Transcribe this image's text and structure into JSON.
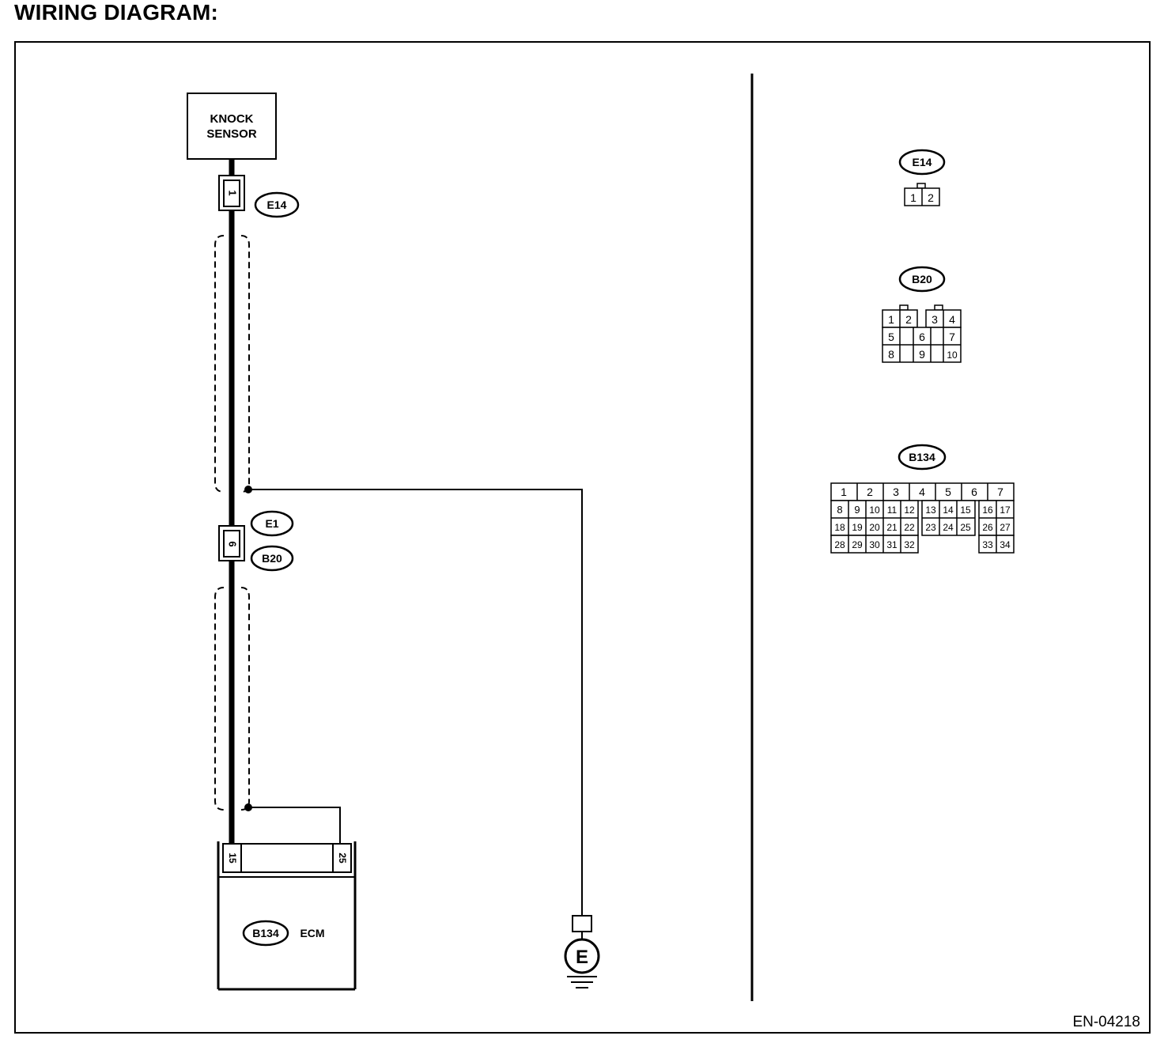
{
  "title": "WIRING DIAGRAM:",
  "figure_id": "EN-04218",
  "knock_sensor": {
    "line1": "KNOCK",
    "line2": "SENSOR"
  },
  "connectors": {
    "e14": {
      "label": "E14",
      "pin": "1"
    },
    "e1": {
      "label": "E1"
    },
    "b20": {
      "label": "B20",
      "pin": "6"
    },
    "b134": {
      "label": "B134",
      "pin_left": "15",
      "pin_right": "25"
    }
  },
  "ecm": {
    "label": "ECM"
  },
  "ground": {
    "label": "E"
  },
  "pinouts": {
    "e14": {
      "label": "E14",
      "pins": [
        "1",
        "2"
      ]
    },
    "b20": {
      "label": "B20",
      "rows": [
        [
          "1",
          "2",
          "3",
          "4"
        ],
        [
          "5",
          "6",
          "7"
        ],
        [
          "8",
          "9",
          "10"
        ]
      ]
    },
    "b134": {
      "label": "B134",
      "rows": [
        [
          "1",
          "2",
          "3",
          "4",
          "5",
          "6",
          "7"
        ],
        [
          "8",
          "9",
          "10",
          "11",
          "12",
          "13",
          "14",
          "15",
          "16",
          "17"
        ],
        [
          "18",
          "19",
          "20",
          "21",
          "22",
          "23",
          "24",
          "25",
          "26",
          "27"
        ],
        [
          "28",
          "29",
          "30",
          "31",
          "32",
          "33",
          "34"
        ]
      ]
    }
  }
}
